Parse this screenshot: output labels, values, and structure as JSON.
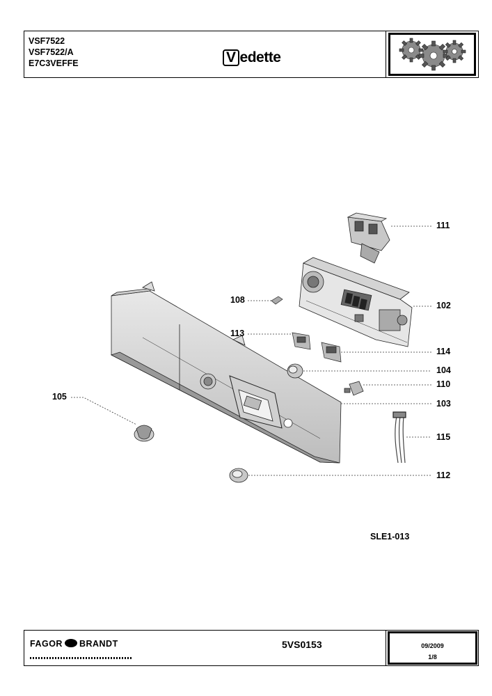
{
  "header": {
    "models": [
      "VSF7522",
      "VSF7522/A",
      "E7C3VEFFE"
    ],
    "brand_initial": "V",
    "brand_rest": "edette"
  },
  "callouts": [
    "111",
    "102",
    "108",
    "113",
    "114",
    "104",
    "110",
    "105",
    "103",
    "115",
    "112"
  ],
  "diagram_ref": "SLE1-013",
  "footer": {
    "maker_left": "FAGOR",
    "maker_right": "BRANDT",
    "document_number": "5VS0153",
    "date": "09/2009",
    "page": "1/8"
  }
}
